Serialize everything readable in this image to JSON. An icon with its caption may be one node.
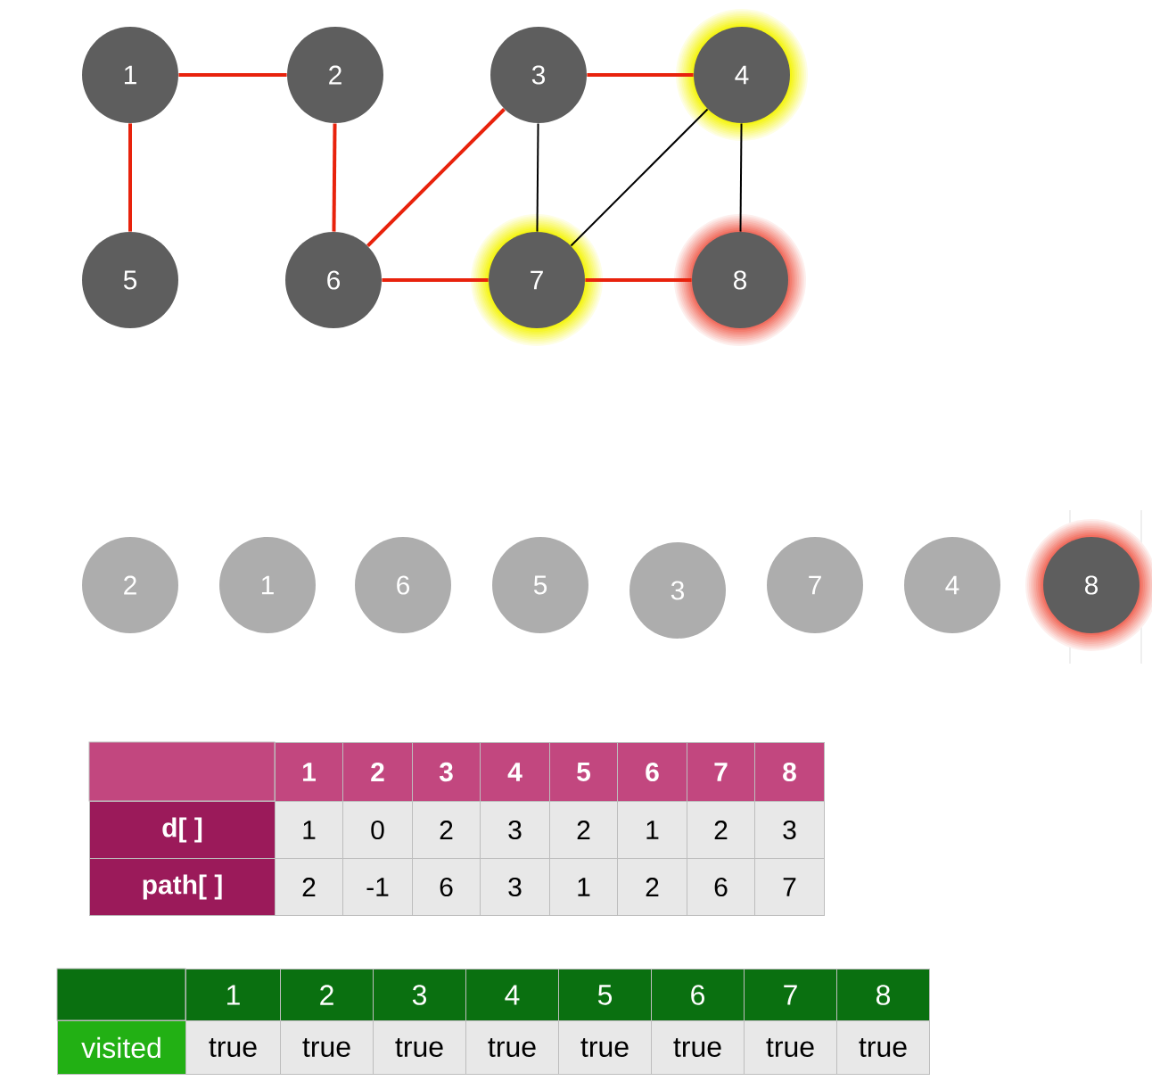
{
  "diagram": {
    "nodes": [
      {
        "text": [
          "1"
        ]
      },
      {
        "text": [
          "2"
        ]
      },
      {
        "text": [
          "3"
        ]
      },
      {
        "text": [
          "4"
        ]
      },
      {
        "text": [
          "5"
        ]
      },
      {
        "text": [
          "6"
        ]
      },
      {
        "text": [
          "7"
        ]
      },
      {
        "text": [
          "8"
        ]
      },
      {
        "text": [
          "2"
        ]
      },
      {
        "text": [
          "1"
        ]
      },
      {
        "text": [
          "6"
        ]
      },
      {
        "text": [
          "5"
        ]
      },
      {
        "text": [
          "3"
        ]
      },
      {
        "text": [
          "7"
        ]
      },
      {
        "text": [
          "4"
        ]
      },
      {
        "text": [
          "8"
        ]
      }
    ],
    "edges": [
      {
        "from": 0,
        "to": 1,
        "arrow": "none"
      },
      {
        "from": 0,
        "to": 4,
        "arrow": "none"
      },
      {
        "from": 1,
        "to": 5,
        "arrow": "none"
      },
      {
        "from": 2,
        "to": 3,
        "arrow": "none"
      },
      {
        "from": 5,
        "to": 2,
        "arrow": "none"
      },
      {
        "from": 2,
        "to": 6,
        "arrow": "none",
        "color": "#000000"
      },
      {
        "from": 3,
        "to": 6,
        "arrow": "none",
        "color": "#000000"
      },
      {
        "from": 3,
        "to": 7,
        "arrow": "none",
        "color": "#000000"
      },
      {
        "from": 5,
        "to": 6,
        "arrow": "none"
      },
      {
        "from": 6,
        "to": 7,
        "arrow": "none"
      }
    ],
    "labels": [
      "1",
      "2",
      "3",
      "4",
      "5",
      "6",
      "7",
      "8",
      "d[ ]",
      "1",
      "0",
      "2",
      "3",
      "2",
      "1",
      "2",
      "3",
      "path[ ]",
      "2",
      "-1",
      "6",
      "3",
      "1",
      "2",
      "6",
      "7",
      "1",
      "2",
      "3",
      "4",
      "5",
      "6",
      "7",
      "8",
      "visited",
      "true",
      "true",
      "true",
      "true",
      "true",
      "true",
      "true",
      "true"
    ]
  }
}
